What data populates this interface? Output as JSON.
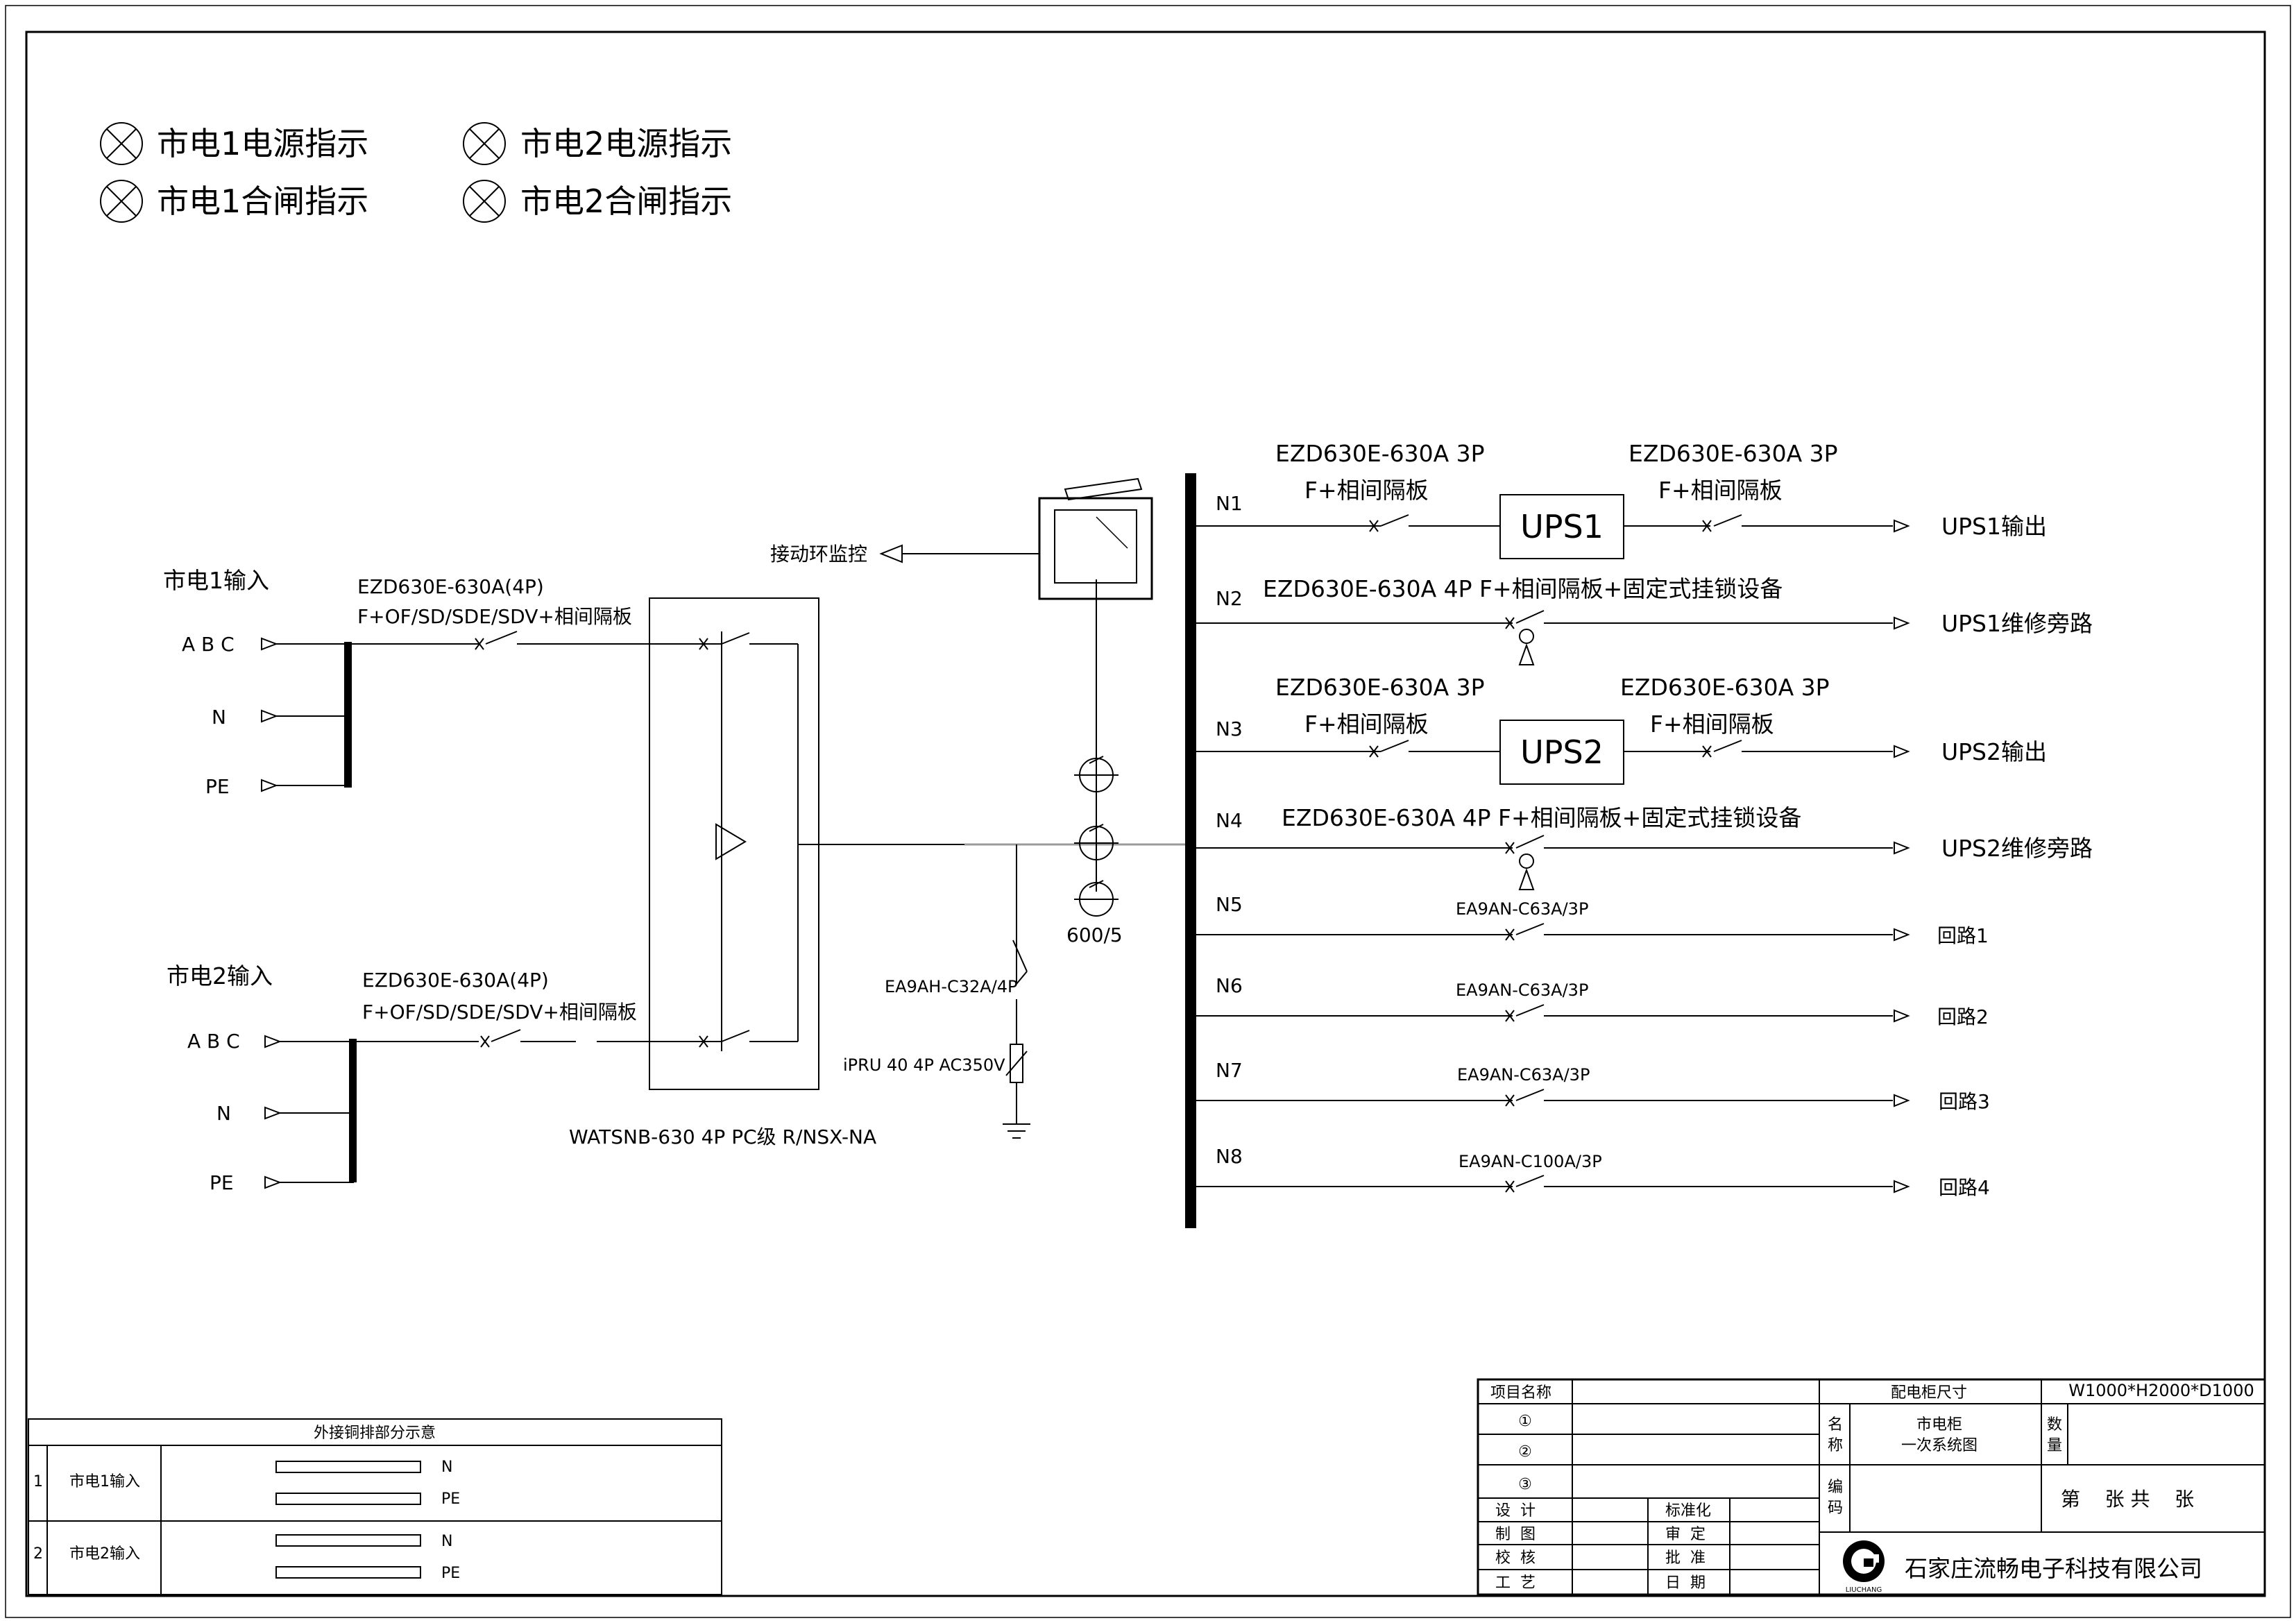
{
  "indicators": [
    {
      "label": "市电1电源指示"
    },
    {
      "label": "市电2电源指示"
    },
    {
      "label": "市电1合闸指示"
    },
    {
      "label": "市电2合闸指示"
    }
  ],
  "inputs": {
    "in1": {
      "title": "市电1输入",
      "breaker": "EZD630E-630A(4P)",
      "options": "F+OF/SD/SDE/SDV+相间隔板",
      "abc": "A B C",
      "n": "N",
      "pe": "PE"
    },
    "in2": {
      "title": "市电2输入",
      "breaker": "EZD630E-630A(4P)",
      "options": "F+OF/SD/SDE/SDV+相间隔板",
      "abc": "A B C",
      "n": "N",
      "pe": "PE"
    }
  },
  "ats": {
    "label": "WATSNB-630 4P PC级 R/NSX-NA"
  },
  "monitor": {
    "label": "接动环监控"
  },
  "ct": {
    "ratio": "600/5"
  },
  "spd": {
    "breaker": "EA9AH-C32A/4P",
    "arrester": "iPRU 40 4P AC350V"
  },
  "feeders": [
    {
      "id": "N1",
      "top": "EZD630E-630A 3P",
      "top2": "F+相间隔板",
      "box": "UPS1",
      "out_top": "EZD630E-630A 3P",
      "out_top2": "F+相间隔板",
      "dest": "UPS1输出"
    },
    {
      "id": "N2",
      "label": "EZD630E-630A 4P F+相间隔板+固定式挂锁设备",
      "dest": "UPS1维修旁路"
    },
    {
      "id": "N3",
      "top": "EZD630E-630A 3P",
      "top2": "F+相间隔板",
      "box": "UPS2",
      "out_top": "EZD630E-630A 3P",
      "out_top2": "F+相间隔板",
      "dest": "UPS2输出"
    },
    {
      "id": "N4",
      "label": "EZD630E-630A 4P F+相间隔板+固定式挂锁设备",
      "dest": "UPS2维修旁路"
    },
    {
      "id": "N5",
      "label": "EA9AN-C63A/3P",
      "dest": "回路1"
    },
    {
      "id": "N6",
      "label": "EA9AN-C63A/3P",
      "dest": "回路2"
    },
    {
      "id": "N7",
      "label": "EA9AN-C63A/3P",
      "dest": "回路3"
    },
    {
      "id": "N8",
      "label": "EA9AN-C100A/3P",
      "dest": "回路4"
    }
  ],
  "copper_table": {
    "title": "外接铜排部分示意",
    "rows": [
      {
        "no": "1",
        "name": "市电1输入",
        "bars": [
          "N",
          "PE"
        ]
      },
      {
        "no": "2",
        "name": "市电2输入",
        "bars": [
          "N",
          "PE"
        ]
      }
    ]
  },
  "title_block": {
    "project_name": "项目名称",
    "cabinet_size_label": "配电柜尺寸",
    "cabinet_size": "W1000*H2000*D1000",
    "rev1": "①",
    "rev2": "②",
    "rev3": "③",
    "name_label_1": "名",
    "name_label_2": "称",
    "drawing_name_1": "市电柜",
    "drawing_name_2": "一次系统图",
    "qty_label_1": "数",
    "qty_label_2": "量",
    "code_label_1": "编",
    "code_label_2": "码",
    "sheet": "第    张 共    张",
    "design": "设  计",
    "standard": "标准化",
    "drafting": "制  图",
    "review": "审  定",
    "check": "校  核",
    "approve": "批  准",
    "process": "工  艺",
    "date": "日  期",
    "company": "石家庄流畅电子科技有限公司",
    "logo_text": "LIUCHANG"
  },
  "colors": {
    "line": "#000000",
    "bus": "#000000",
    "tie": "#9a9a9a"
  }
}
